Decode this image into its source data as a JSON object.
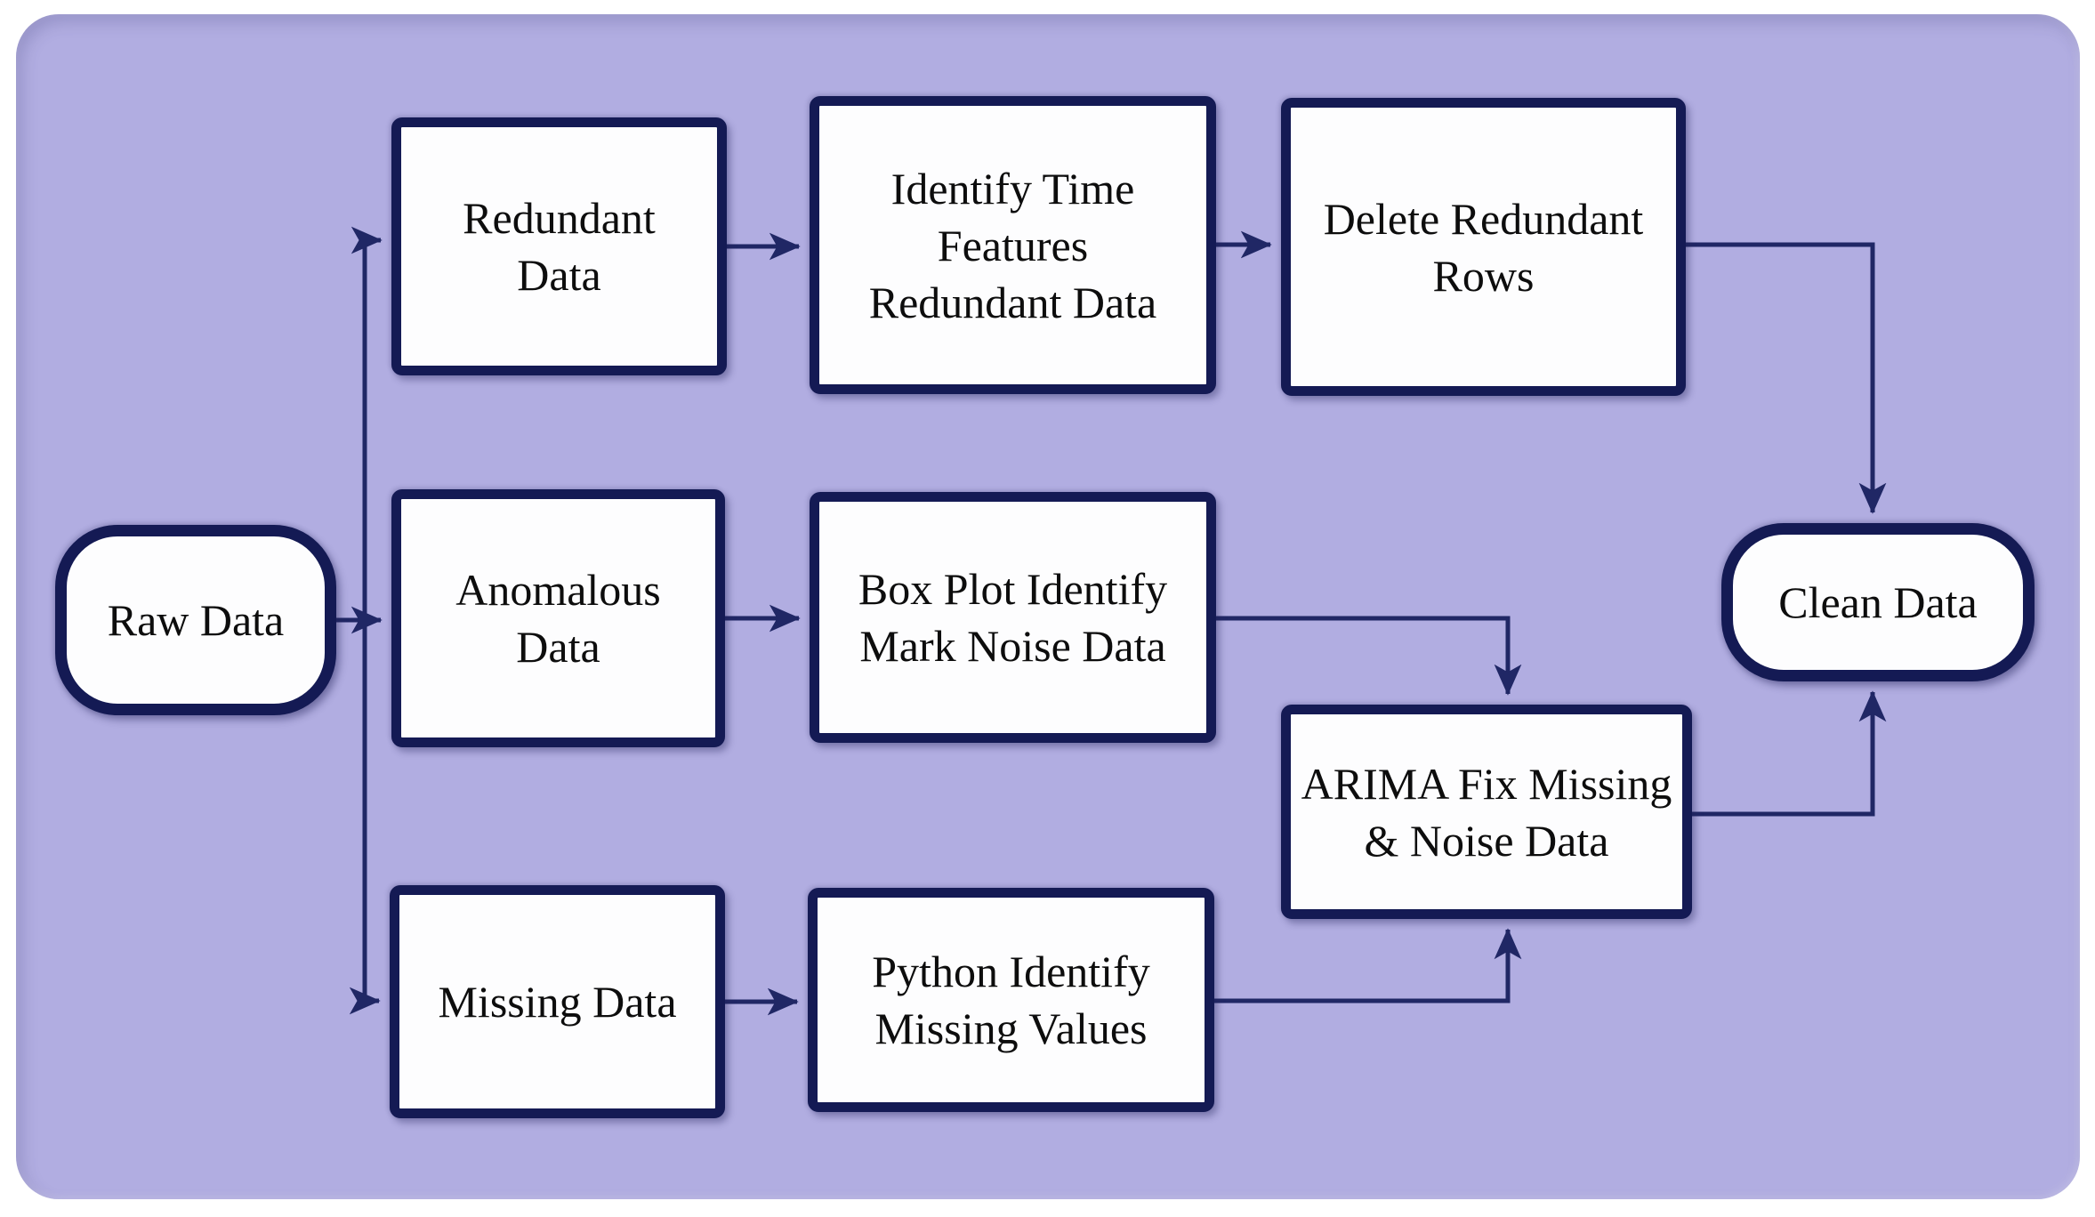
{
  "diagram": {
    "kind": "flowchart",
    "colors": {
      "canvas_background": "#ffffff",
      "panel_background": "#b1ade1",
      "node_fill": "#fdfdfe",
      "node_border": "#141a54",
      "connector": "#202765",
      "text": "#0d0d0d"
    },
    "nodes": {
      "raw_data": {
        "label": "Raw Data",
        "shape": "terminator"
      },
      "redundant_data": {
        "label": "Redundant\nData",
        "shape": "process"
      },
      "identify_time": {
        "label": "Identify Time\nFeatures\nRedundant Data",
        "shape": "process"
      },
      "delete_redundant": {
        "label": "Delete Redundant\nRows",
        "shape": "process"
      },
      "anomalous_data": {
        "label": "Anomalous\nData",
        "shape": "process"
      },
      "box_plot": {
        "label": "Box Plot Identify\nMark Noise Data",
        "shape": "process"
      },
      "missing_data": {
        "label": "Missing Data",
        "shape": "process"
      },
      "python_identify": {
        "label": "Python Identify\nMissing Values",
        "shape": "process"
      },
      "arima": {
        "label": "ARIMA Fix Missing\n& Noise Data",
        "shape": "process"
      },
      "clean_data": {
        "label": "Clean Data",
        "shape": "terminator"
      }
    },
    "edges": [
      {
        "from": "raw_data",
        "to": "redundant_data"
      },
      {
        "from": "raw_data",
        "to": "anomalous_data"
      },
      {
        "from": "raw_data",
        "to": "missing_data"
      },
      {
        "from": "redundant_data",
        "to": "identify_time"
      },
      {
        "from": "identify_time",
        "to": "delete_redundant"
      },
      {
        "from": "delete_redundant",
        "to": "clean_data"
      },
      {
        "from": "anomalous_data",
        "to": "box_plot"
      },
      {
        "from": "box_plot",
        "to": "arima"
      },
      {
        "from": "missing_data",
        "to": "python_identify"
      },
      {
        "from": "python_identify",
        "to": "arima"
      },
      {
        "from": "arima",
        "to": "clean_data"
      }
    ]
  }
}
